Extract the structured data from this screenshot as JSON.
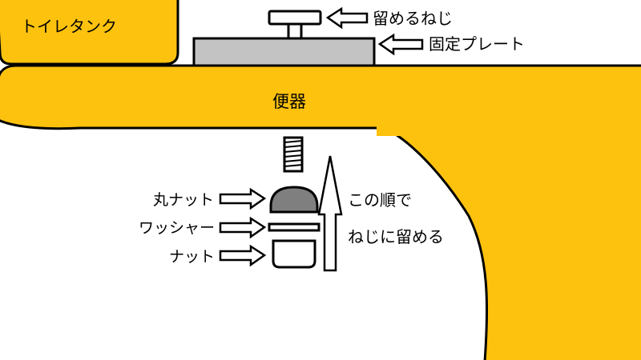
{
  "labels": {
    "tank": "トイレタンク",
    "toilet_bowl": "便器",
    "fixing_screw": "留めるねじ",
    "fixing_plate": "固定プレート",
    "round_nut": "丸ナット",
    "washer": "ワッシャー",
    "nut": "ナット",
    "instruction_line1": "この順で",
    "instruction_line2": "ねじに留める"
  },
  "colors": {
    "toilet_yellow": "#fdc20e",
    "plate_gray": "#c3c3c3",
    "round_nut_gray": "#7f7f7f",
    "outline": "#000000",
    "background": "#ffffff"
  },
  "icons": {
    "pointer": "right-arrow-outline",
    "order": "up-arrow-outline"
  }
}
